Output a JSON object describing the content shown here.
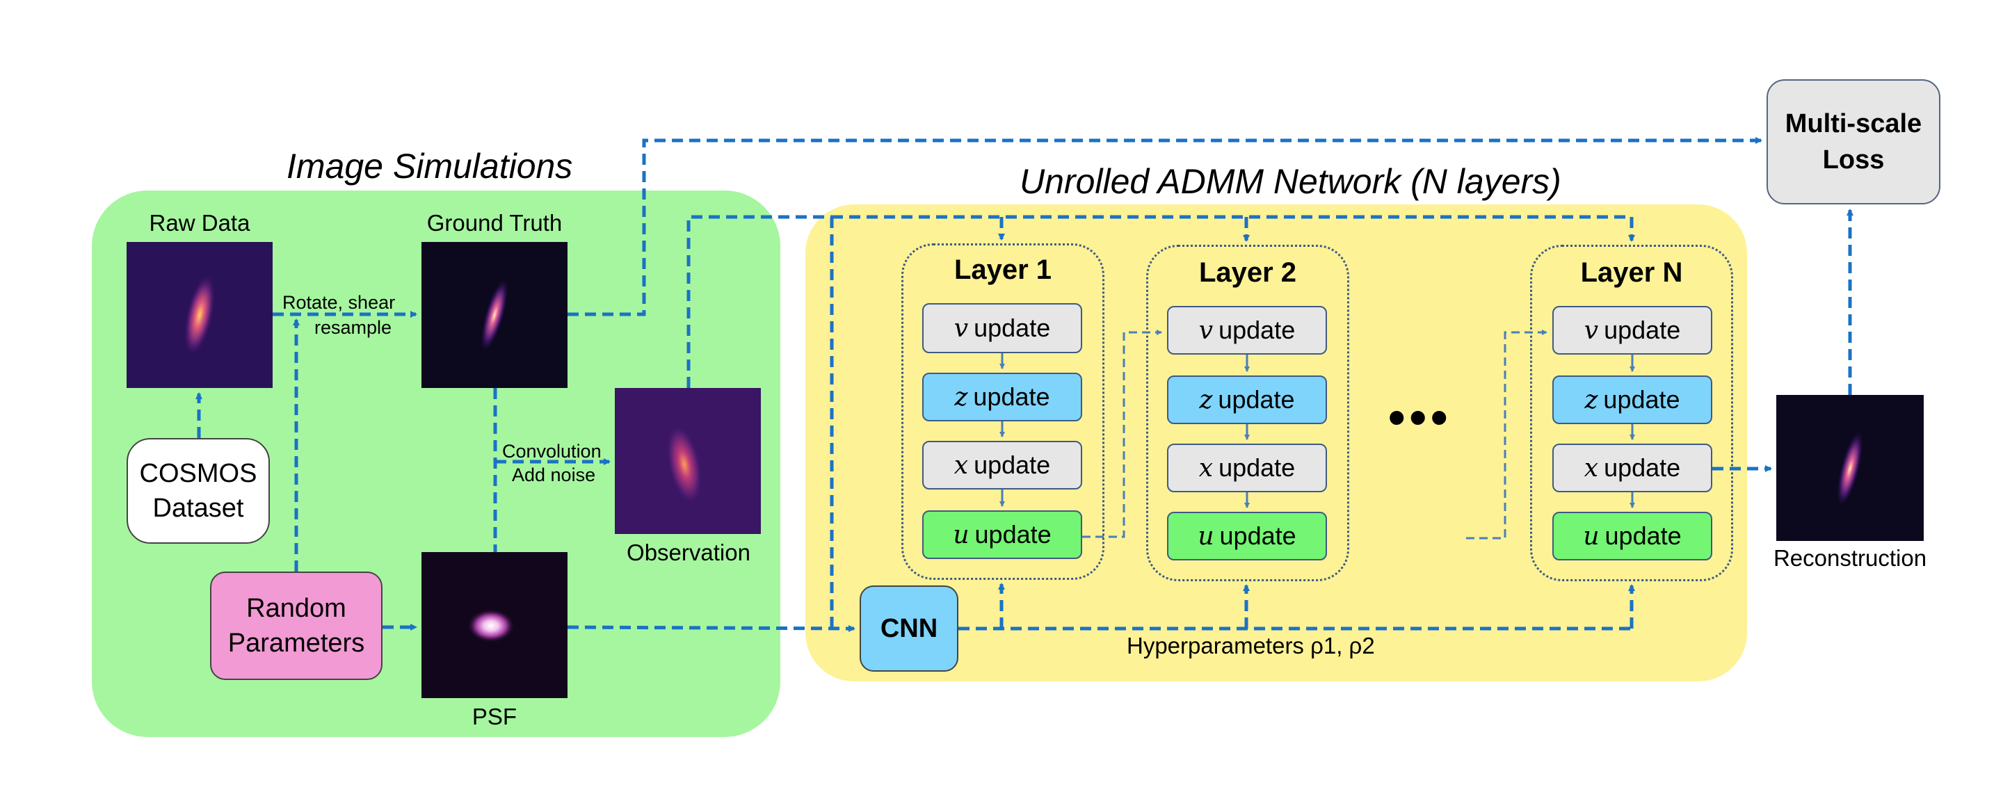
{
  "image_simulations": {
    "title": "Image Simulations",
    "raw_data_label": "Raw Data",
    "ground_truth_label": "Ground Truth",
    "rotate_label_1": "Rotate, shear",
    "rotate_label_2": "resample",
    "convolution_label_1": "Convolution",
    "convolution_label_2": "Add noise",
    "observation_label": "Observation",
    "psf_label": "PSF",
    "cosmos_line1": "COSMOS",
    "cosmos_line2": "Dataset",
    "random_line1": "Random",
    "random_line2": "Parameters"
  },
  "admm_network": {
    "title": "Unrolled ADMM Network (N layers)",
    "cnn_label": "CNN",
    "hyperparameters_label": "Hyperparameters ρ1, ρ2",
    "ellipsis": "•••",
    "update_word": "update",
    "layers": [
      {
        "title": "Layer 1",
        "steps": [
          {
            "symbol": "v"
          },
          {
            "symbol": "z"
          },
          {
            "symbol": "x"
          },
          {
            "symbol": "u"
          }
        ]
      },
      {
        "title": "Layer 2",
        "steps": [
          {
            "symbol": "v"
          },
          {
            "symbol": "z"
          },
          {
            "symbol": "x"
          },
          {
            "symbol": "u"
          }
        ]
      },
      {
        "title": "Layer N",
        "steps": [
          {
            "symbol": "v"
          },
          {
            "symbol": "z"
          },
          {
            "symbol": "x"
          },
          {
            "symbol": "u"
          }
        ]
      }
    ]
  },
  "output": {
    "reconstruction_label": "Reconstruction",
    "loss_line1": "Multi-scale",
    "loss_line2": "Loss"
  },
  "colors": {
    "arrow": "#1b72c4",
    "green_panel": "#a6f6a0",
    "yellow_panel": "#fdf296",
    "v_box": "#e6e6e6",
    "z_box": "#7fd4fb",
    "x_box": "#e6e6e6",
    "u_box": "#74f574"
  }
}
